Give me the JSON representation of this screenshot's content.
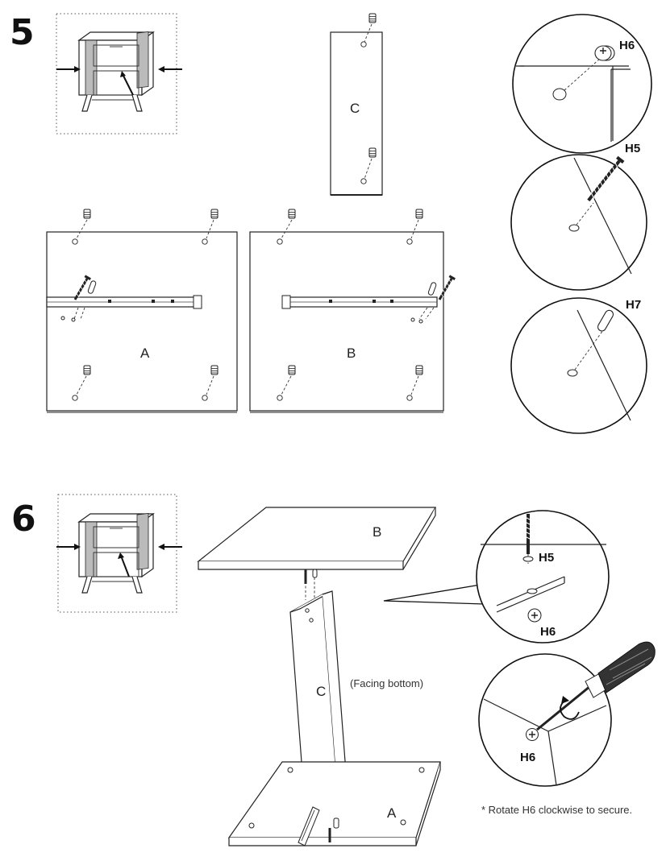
{
  "steps": [
    {
      "number": "5",
      "panels": {
        "a": "A",
        "b": "B",
        "c": "C"
      },
      "callouts": [
        "H6",
        "H5",
        "H7"
      ]
    },
    {
      "number": "6",
      "panels": {
        "a": "A",
        "b": "B",
        "c": "C"
      },
      "orientation_note": "(Facing bottom)",
      "callouts": [
        "H5",
        "H6",
        "H6"
      ],
      "footnote": "* Rotate H6 clockwise to secure."
    }
  ],
  "icons": [
    "nightstand-icon",
    "arrow-icon",
    "cam-lock-icon",
    "screw-icon",
    "dowel-icon",
    "screwdriver-icon",
    "rotate-arrow-icon",
    "drawer-slide-icon"
  ]
}
